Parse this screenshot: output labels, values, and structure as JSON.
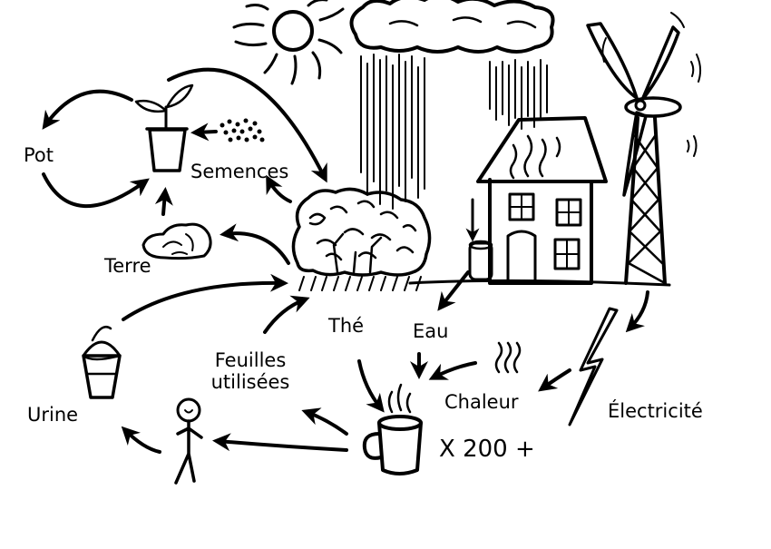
{
  "labels": {
    "pot": "Pot",
    "semences": "Semences",
    "terre": "Terre",
    "urine": "Urine",
    "the": "Thé",
    "eau": "Eau",
    "feuilles_line1": "Feuilles",
    "feuilles_line2": "utilisées",
    "chaleur": "Chaleur",
    "electricite": "Électricité",
    "multiplier": "X 200 +"
  },
  "colors": {
    "ink": "#000000",
    "paper": "#ffffff"
  },
  "icons": [
    "sun-icon",
    "cloud-icon",
    "rain-icon",
    "plant-pot-icon",
    "seeds-icon",
    "soil-icon",
    "tea-bush-icon",
    "house-icon",
    "water-butt-icon",
    "wind-turbine-icon",
    "lightning-icon",
    "heat-waves-icon",
    "bucket-icon",
    "person-icon",
    "mug-icon"
  ]
}
